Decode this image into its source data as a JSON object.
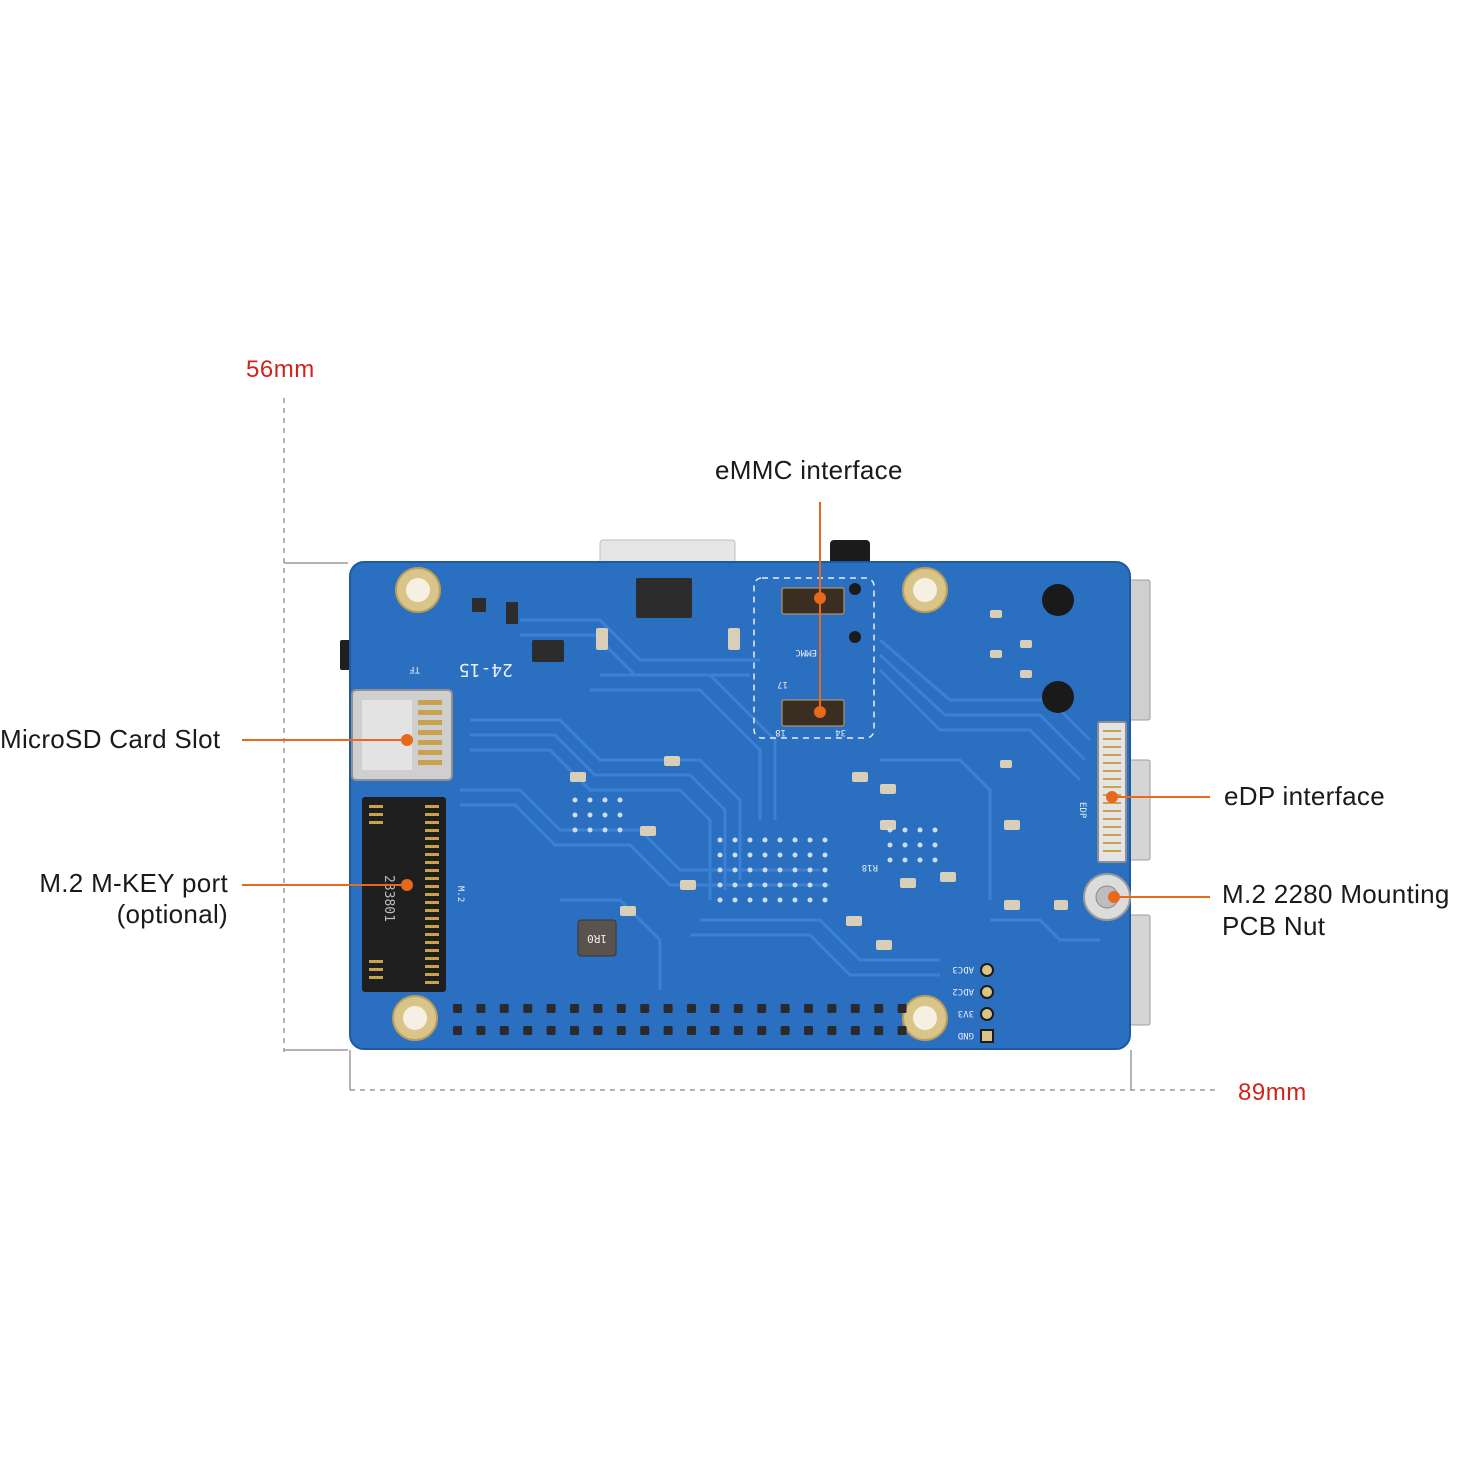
{
  "dimensions": {
    "height_label": "56mm",
    "width_label": "89mm"
  },
  "callouts": {
    "emmc": "eMMC interface",
    "microsd": "MicroSD Card Slot",
    "edp": "eDP interface",
    "m2_port_line1": "M.2 M-KEY port",
    "m2_port_line2": "(optional)",
    "m2_nut_line1": "M.2 2280 Mounting",
    "m2_nut_line2": "PCB Nut"
  },
  "silkscreen": {
    "emmc": "EMMC",
    "edp": "EDP",
    "m2": "M.2",
    "tf": "TF",
    "r18": "R18",
    "date_code": "24-15",
    "inductor": "1R0",
    "m2_slot_code": "233801",
    "pin_17": "17",
    "pin_18": "18",
    "pin_34": "34",
    "pin_adc3": "ADC3",
    "pin_adc2": "ADC2",
    "pin_3v3": "3V3",
    "pin_gnd": "GND"
  },
  "colors": {
    "pcb": "#2a6fc0",
    "callout": "#e8681c",
    "dimension_text": "#d0241b",
    "dimension_line": "#9a9a9a",
    "brass": "#d9c48a"
  }
}
